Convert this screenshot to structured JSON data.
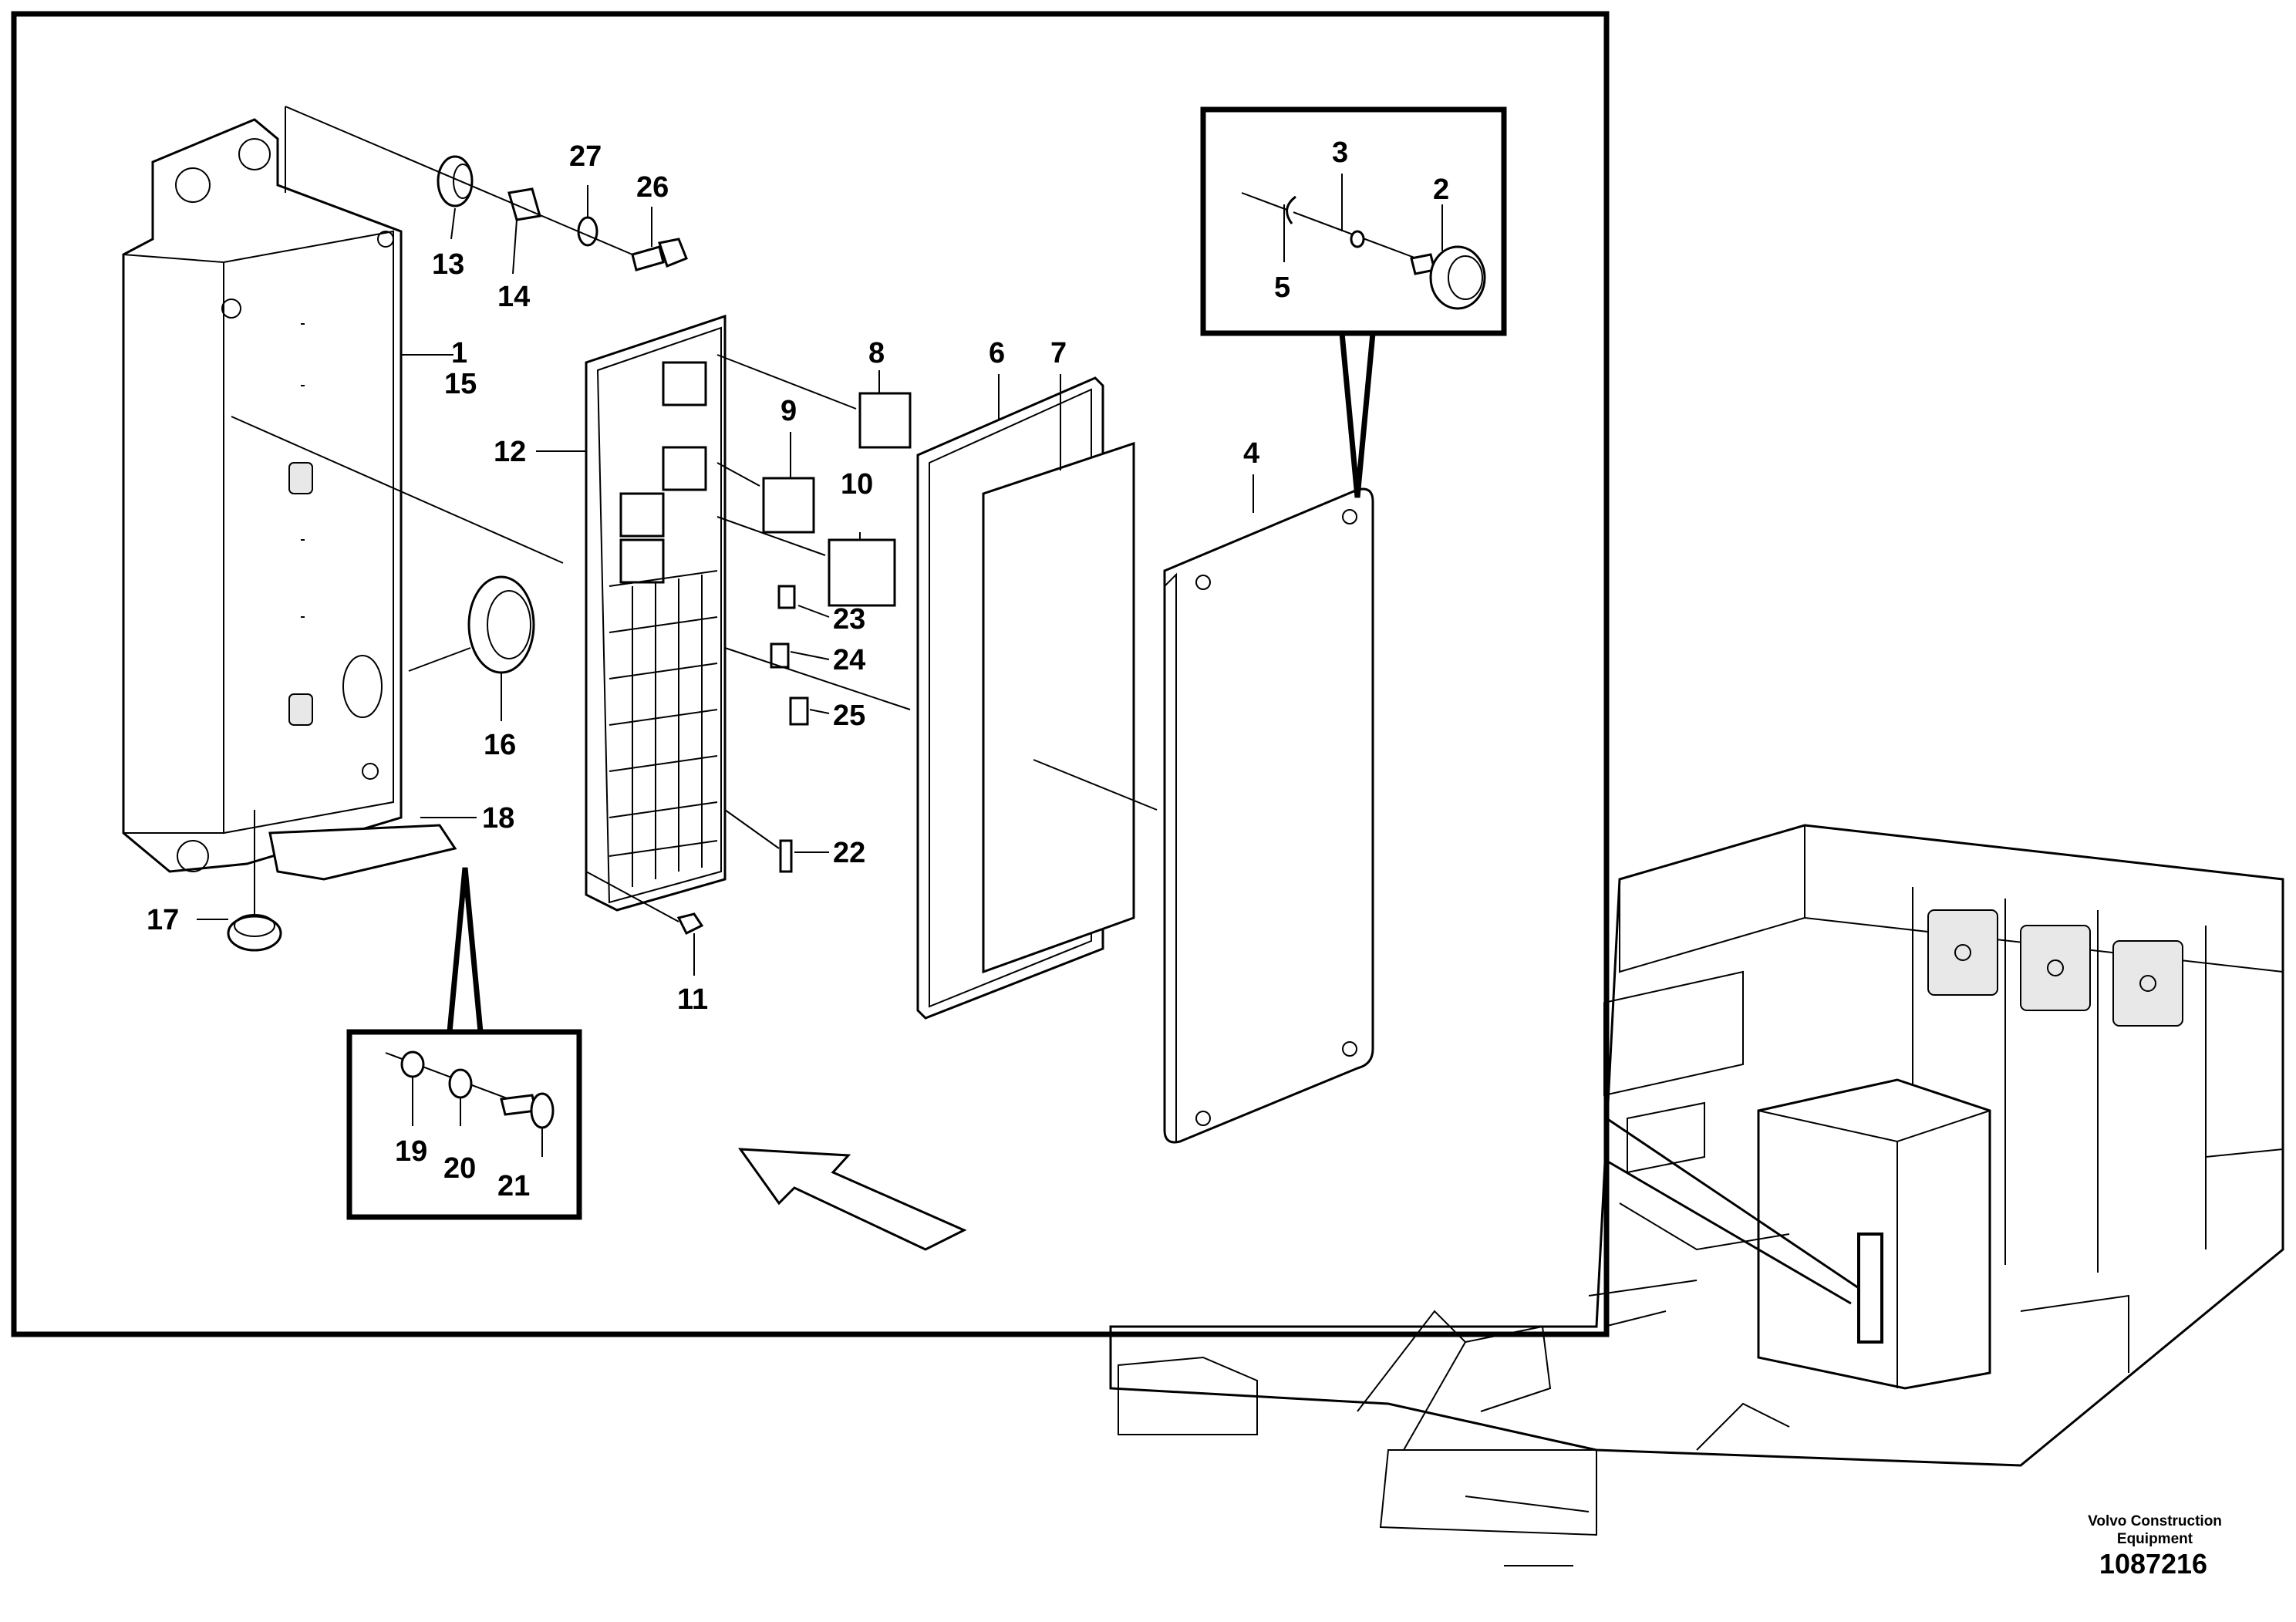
{
  "callouts": [
    "1",
    "2",
    "3",
    "4",
    "5",
    "6",
    "7",
    "8",
    "9",
    "10",
    "11",
    "12",
    "13",
    "14",
    "15",
    "16",
    "17",
    "18",
    "19",
    "20",
    "21",
    "22",
    "23",
    "24",
    "25",
    "26",
    "27"
  ],
  "branding": {
    "company_line1": "Volvo Construction",
    "company_line2": "Equipment",
    "drawing_number": "1087216"
  }
}
